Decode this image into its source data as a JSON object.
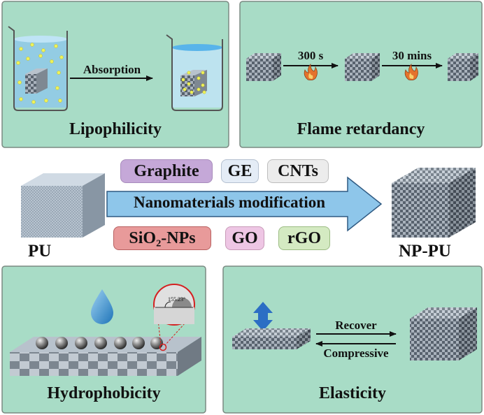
{
  "panels": {
    "lipophilicity": {
      "title": "Lipophilicity",
      "arrow_label": "Absorption"
    },
    "flame": {
      "title": "Flame retardancy",
      "step1": "300 s",
      "step2": "30 mins"
    },
    "hydrophobicity": {
      "title": "Hydrophobicity",
      "angle": "155.23°"
    },
    "elasticity": {
      "title": "Elasticity",
      "top_label": "Recover",
      "bottom_label": "Compressive"
    }
  },
  "center": {
    "left_label": "PU",
    "right_label": "NP-PU",
    "arrow_label": "Nanomaterials modification",
    "top_chips": [
      "Graphite",
      "GE",
      "CNTs"
    ],
    "bottom_chips": [
      "SiO₂-NPs",
      "GO",
      "rGO"
    ]
  },
  "colors": {
    "panel_bg": "#a8dcc6",
    "arrow_fill": "#8ec6ea",
    "chip_graphite": "#c5a8d8",
    "chip_ge": "#e4ecf6",
    "chip_cnts": "#ececec",
    "chip_sio2": "#e89a9a",
    "chip_go": "#eec6e4",
    "chip_rgo": "#d4eac2"
  }
}
